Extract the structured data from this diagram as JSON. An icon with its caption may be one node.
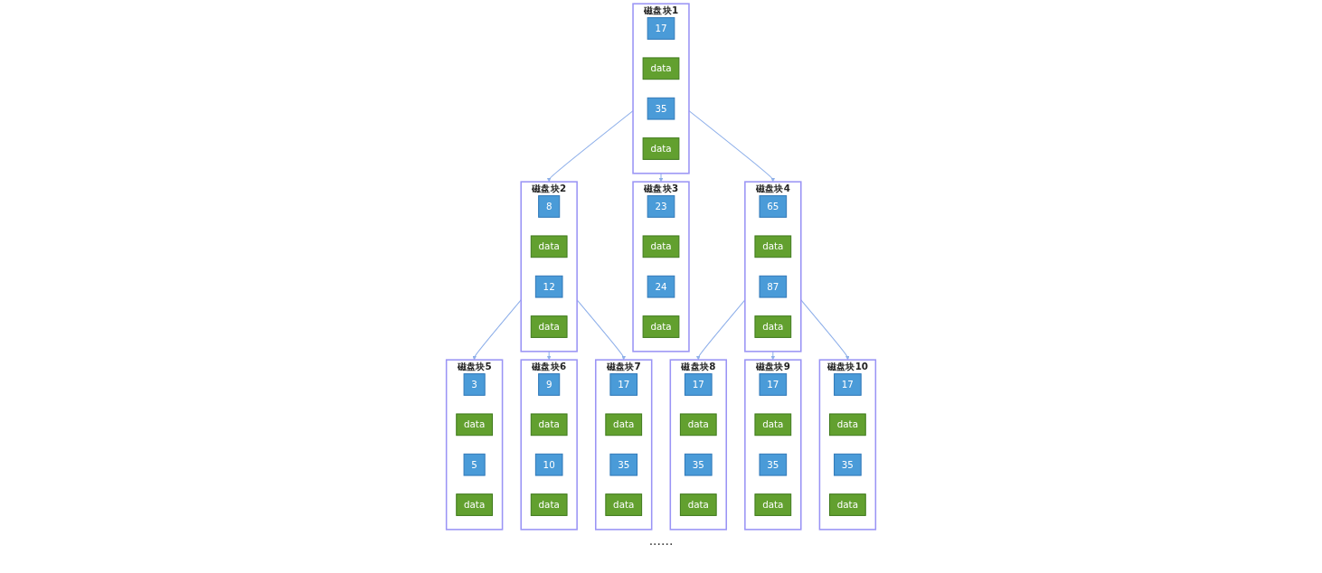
{
  "diagram": {
    "nodes": [
      {
        "text": [
          "磁盘块1"
        ]
      },
      {
        "text": [
          "17"
        ],
        "in": 0
      },
      {
        "text": [
          "data"
        ],
        "in": 0
      },
      {
        "text": [
          "35"
        ],
        "in": 0
      },
      {
        "text": [
          "data"
        ],
        "in": 0
      },
      {
        "text": [
          "磁盘块2"
        ]
      },
      {
        "text": [
          "8"
        ],
        "in": 5
      },
      {
        "text": [
          "data"
        ],
        "in": 5
      },
      {
        "text": [
          "12"
        ],
        "in": 5
      },
      {
        "text": [
          "data"
        ],
        "in": 5
      },
      {
        "text": [
          "磁盘块3"
        ]
      },
      {
        "text": [
          "23"
        ],
        "in": 10
      },
      {
        "text": [
          "data"
        ],
        "in": 10
      },
      {
        "text": [
          "24"
        ],
        "in": 10
      },
      {
        "text": [
          "data"
        ],
        "in": 10
      },
      {
        "text": [
          "磁盘块4"
        ]
      },
      {
        "text": [
          "65"
        ],
        "in": 15
      },
      {
        "text": [
          "data"
        ],
        "in": 15
      },
      {
        "text": [
          "87"
        ],
        "in": 15
      },
      {
        "text": [
          "data"
        ],
        "in": 15
      },
      {
        "text": [
          "磁盘块5"
        ]
      },
      {
        "text": [
          "3"
        ],
        "in": 20
      },
      {
        "text": [
          "data"
        ],
        "in": 20
      },
      {
        "text": [
          "5"
        ],
        "in": 20
      },
      {
        "text": [
          "data"
        ],
        "in": 20
      },
      {
        "text": [
          "磁盘块6"
        ]
      },
      {
        "text": [
          "9"
        ],
        "in": 25
      },
      {
        "text": [
          "data"
        ],
        "in": 25
      },
      {
        "text": [
          "10"
        ],
        "in": 25
      },
      {
        "text": [
          "data"
        ],
        "in": 25
      },
      {
        "text": [
          "磁盘块7"
        ]
      },
      {
        "text": [
          "17"
        ],
        "in": 30
      },
      {
        "text": [
          "data"
        ],
        "in": 30
      },
      {
        "text": [
          "35"
        ],
        "in": 30
      },
      {
        "text": [
          "data"
        ],
        "in": 30
      },
      {
        "text": [
          "磁盘块8"
        ]
      },
      {
        "text": [
          "17"
        ],
        "in": 35
      },
      {
        "text": [
          "data"
        ],
        "in": 35
      },
      {
        "text": [
          "35"
        ],
        "in": 35
      },
      {
        "text": [
          "data"
        ],
        "in": 35
      },
      {
        "text": [
          "磁盘块9"
        ]
      },
      {
        "text": [
          "17"
        ],
        "in": 40
      },
      {
        "text": [
          "data"
        ],
        "in": 40
      },
      {
        "text": [
          "35"
        ],
        "in": 40
      },
      {
        "text": [
          "data"
        ],
        "in": 40
      },
      {
        "text": [
          "磁盘块10"
        ]
      },
      {
        "text": [
          "17"
        ],
        "in": 45
      },
      {
        "text": [
          "data"
        ],
        "in": 45
      },
      {
        "text": [
          "35"
        ],
        "in": 45
      },
      {
        "text": [
          "data"
        ],
        "in": 45
      }
    ],
    "edges": [
      {
        "from": 0,
        "to": 5,
        "arrow": "to"
      },
      {
        "from": 0,
        "to": 10,
        "arrow": "to"
      },
      {
        "from": 0,
        "to": 15,
        "arrow": "to"
      },
      {
        "from": 5,
        "to": 20,
        "arrow": "to"
      },
      {
        "from": 5,
        "to": 25,
        "arrow": "to"
      },
      {
        "from": 5,
        "to": 30,
        "arrow": "to"
      },
      {
        "from": 15,
        "to": 35,
        "arrow": "to"
      },
      {
        "from": 15,
        "to": 40,
        "arrow": "to"
      },
      {
        "from": 15,
        "to": 45,
        "arrow": "to"
      }
    ],
    "labels": [
      "......"
    ]
  }
}
